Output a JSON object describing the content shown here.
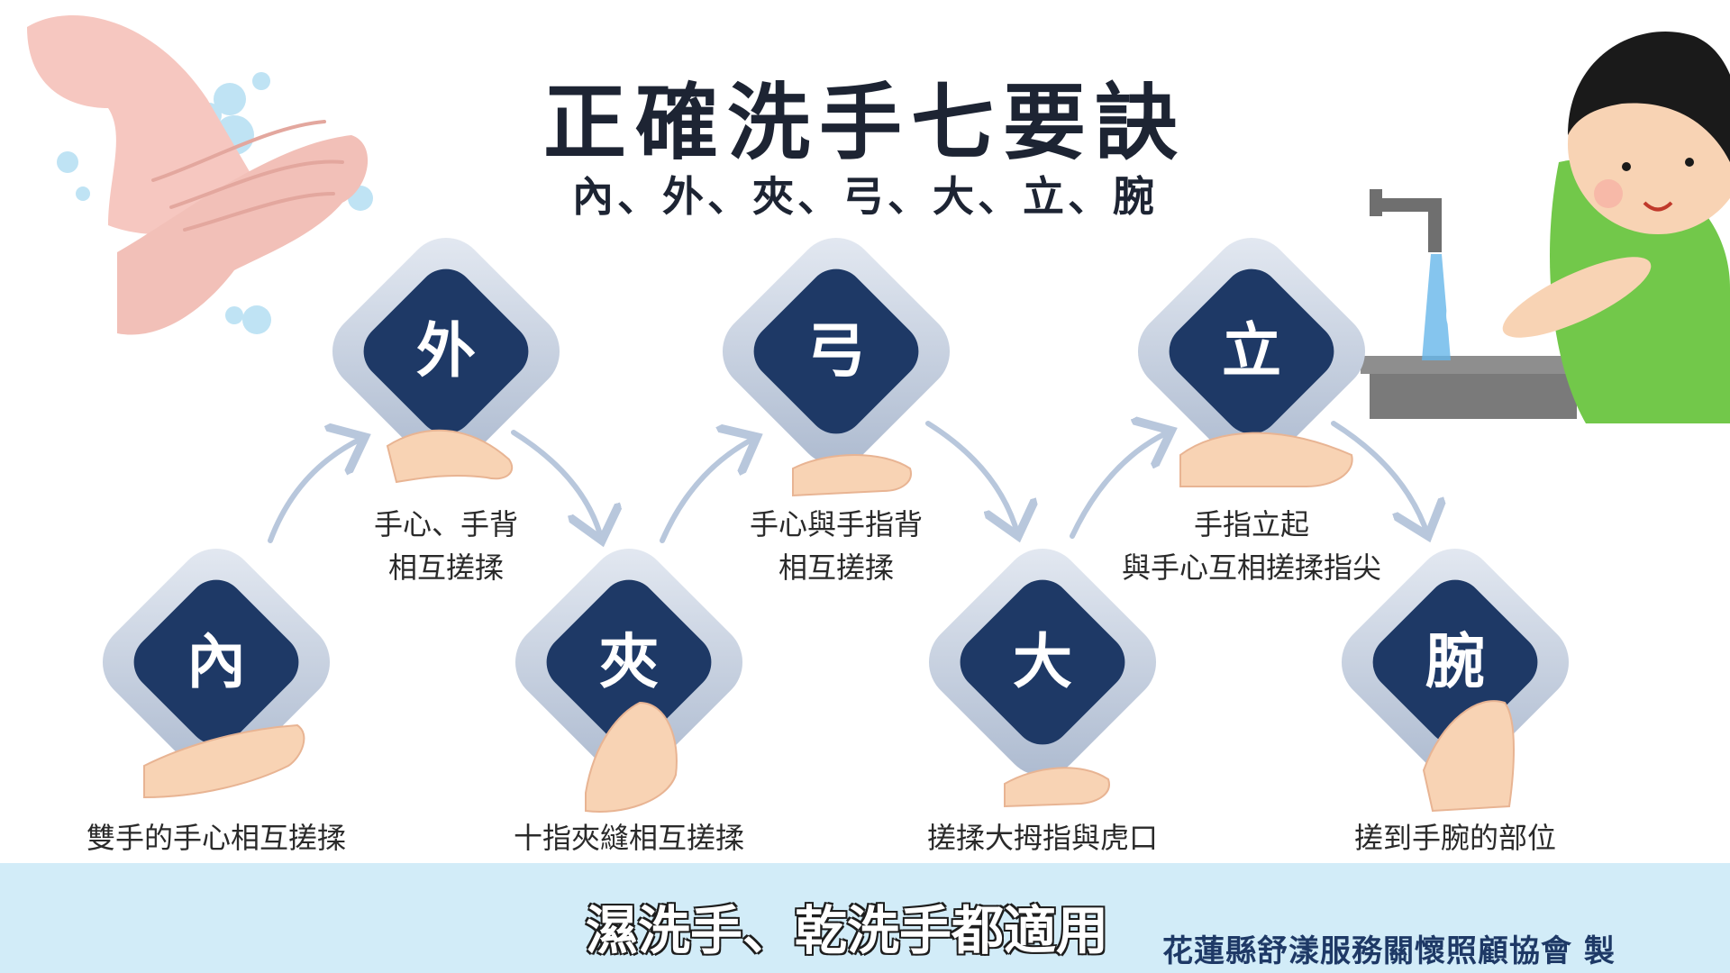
{
  "header": {
    "title": "正確洗手七要訣",
    "subtitle": "內、外、夾、弓、大、立、腕"
  },
  "steps": [
    {
      "char": "內",
      "caption": "雙手的手心相互搓揉"
    },
    {
      "char": "外",
      "caption": "手心、手背\n相互搓揉"
    },
    {
      "char": "夾",
      "caption": "十指夾縫相互搓揉"
    },
    {
      "char": "弓",
      "caption": "手心與手指背\n相互搓揉"
    },
    {
      "char": "大",
      "caption": "搓揉大拇指與虎口"
    },
    {
      "char": "立",
      "caption": "手指立起\n與手心互相搓揉指尖"
    },
    {
      "char": "腕",
      "caption": "搓到手腕的部位"
    }
  ],
  "footer": {
    "slogan": "濕洗手、乾洗手都適用",
    "credit": "花蓮縣舒漾服務關懷照顧協會  製"
  },
  "colors": {
    "navy": "#1e3966",
    "band": "#d2ecf8",
    "arrow": "#b8c7dc",
    "skin": "#f8d3b4"
  },
  "icons": [
    "washing-hands-illustration-icon",
    "boy-washing-hands-illustration-icon"
  ]
}
